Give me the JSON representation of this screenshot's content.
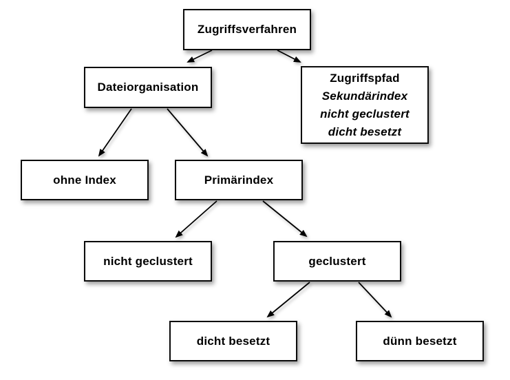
{
  "diagram": {
    "title": "Zugriffsverfahren tree",
    "colors": {
      "background": "#ffffff",
      "box_fill": "#ffffff",
      "box_border": "#0a0a0a",
      "text": "#000000",
      "arrow": "#000000"
    },
    "nodes": {
      "root": {
        "label": "Zugriffsverfahren"
      },
      "dateiorganisation": {
        "label": "Dateiorganisation"
      },
      "zugriffspfad": {
        "line1": "Zugriffspfad",
        "line2": "Sekundärindex",
        "line3": "nicht geclustert",
        "line4": "dicht besetzt"
      },
      "ohne_index": {
        "label": "ohne Index"
      },
      "primaerindex": {
        "label": "Primärindex"
      },
      "nicht_geclustert": {
        "label": "nicht geclustert"
      },
      "geclustert": {
        "label": "geclustert"
      },
      "dicht_besetzt": {
        "label": "dicht besetzt"
      },
      "duenn_besetzt": {
        "label": "dünn besetzt"
      }
    },
    "edges": [
      {
        "from": "root",
        "to": "dateiorganisation"
      },
      {
        "from": "root",
        "to": "zugriffspfad"
      },
      {
        "from": "dateiorganisation",
        "to": "ohne_index"
      },
      {
        "from": "dateiorganisation",
        "to": "primaerindex"
      },
      {
        "from": "primaerindex",
        "to": "nicht_geclustert"
      },
      {
        "from": "primaerindex",
        "to": "geclustert"
      },
      {
        "from": "geclustert",
        "to": "dicht_besetzt"
      },
      {
        "from": "geclustert",
        "to": "duenn_besetzt"
      }
    ]
  }
}
